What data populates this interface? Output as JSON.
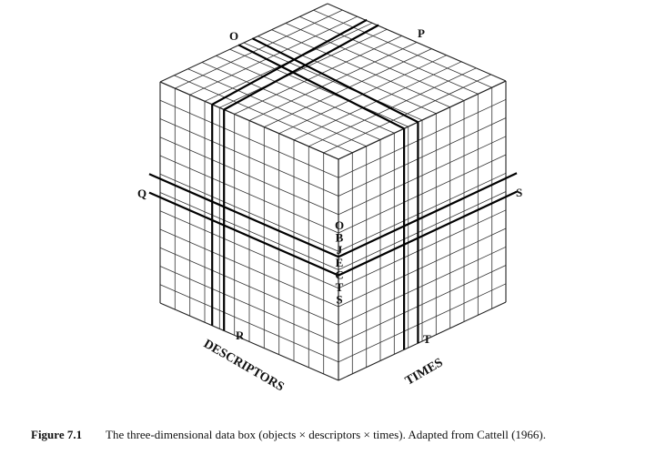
{
  "labels": {
    "O": "O",
    "P": "P",
    "Q": "Q",
    "R": "R",
    "S": "S",
    "T": "T",
    "objects_axis": "OBJECTS",
    "descriptors_axis": "DESCRIPTORS",
    "times_axis": "TIMES"
  },
  "caption": {
    "number": "Figure 7.1",
    "text": "The three-dimensional data box (objects × descriptors × times). Adapted from Cattell (1966)."
  }
}
